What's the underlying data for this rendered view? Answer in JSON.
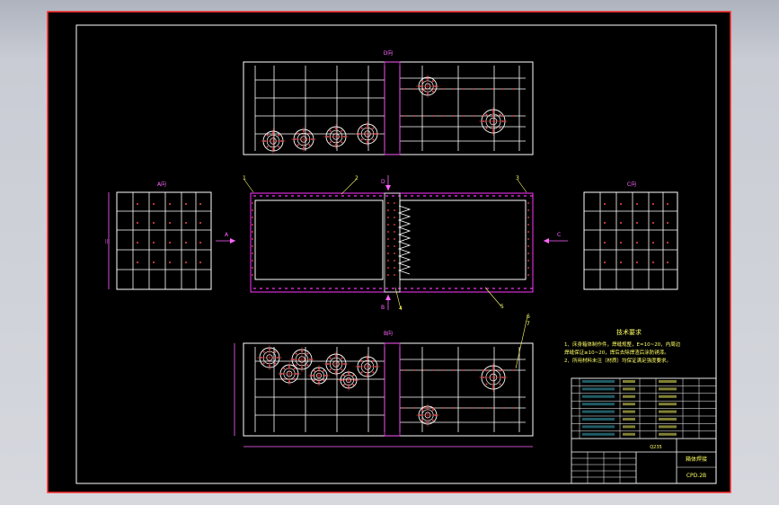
{
  "colors": {
    "background": "#000000",
    "sheet_border": "#ff2a2a",
    "frame": "#ffffff",
    "hatch": "#ff33ff",
    "centerline": "#ff3333",
    "text_white": "#ffffff",
    "text_yellow": "#ffff66",
    "text_magenta": "#ff66ff",
    "text_cyan": "#66ffff",
    "dimension": "#ff66ff"
  },
  "views": {
    "top_view_label": "D向",
    "bottom_view_label": "B向",
    "left_view_label": "A向",
    "right_view_label": "C向"
  },
  "arrows": {
    "left": "A",
    "right": "C",
    "top": "D",
    "bottom": "B"
  },
  "balloons": [
    "1",
    "2",
    "3",
    "4",
    "5",
    "6",
    "7"
  ],
  "tech": {
    "title": "技术要求",
    "line1": "1、床身箱体制作件，焊缝规整，E=10~20，内周边",
    "line2": "   焊缝保证≥10~20，焊后去除焊渣后涂防锈漆。",
    "line3": "2、所用材料未注（材质）均保证满足强度要求。"
  },
  "title_block": {
    "drawing_no": "CPD.2B",
    "part_name": "箱体焊接",
    "material": "Q235"
  }
}
